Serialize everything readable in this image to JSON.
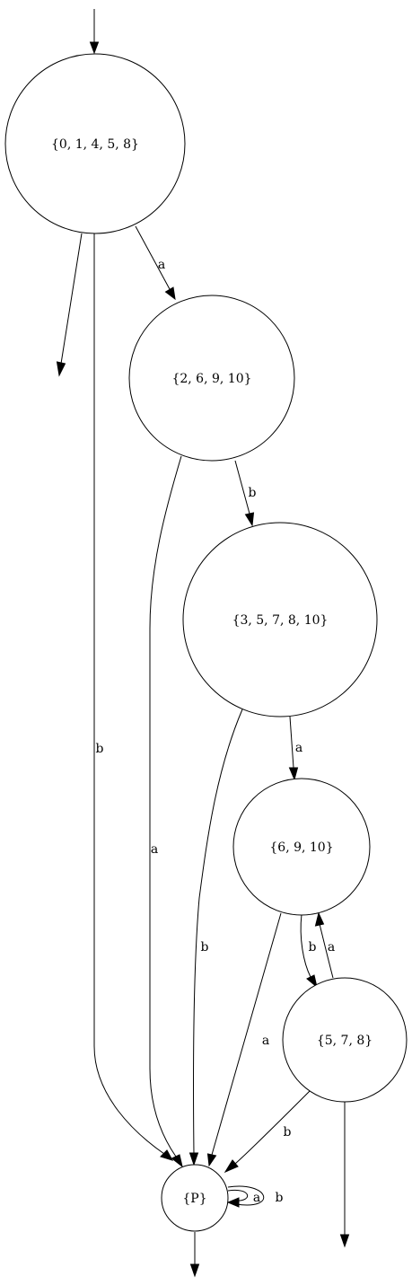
{
  "diagram": {
    "type": "state-machine",
    "colors": {
      "stroke": "#000000",
      "fill": "#ffffff",
      "text": "#000000"
    },
    "states": {
      "s0": "{0, 1, 4, 5, 8}",
      "s1": "{2, 6, 9, 10}",
      "s2": "{3, 5, 7, 8, 10}",
      "s3": "{6, 9, 10}",
      "s4": "{5, 7, 8}",
      "sP": "{P}"
    },
    "transitions": [
      {
        "id": "start",
        "from": "",
        "to": "s0",
        "label": ""
      },
      {
        "id": "s0-exit",
        "from": "s0",
        "to": "",
        "label": ""
      },
      {
        "id": "s0-s1",
        "from": "s0",
        "to": "s1",
        "label": "a"
      },
      {
        "id": "s0-sP",
        "from": "s0",
        "to": "sP",
        "label": "b"
      },
      {
        "id": "s1-s2",
        "from": "s1",
        "to": "s2",
        "label": "b"
      },
      {
        "id": "s1-sP",
        "from": "s1",
        "to": "sP",
        "label": "a"
      },
      {
        "id": "s2-s3",
        "from": "s2",
        "to": "s3",
        "label": "a"
      },
      {
        "id": "s2-sP",
        "from": "s2",
        "to": "sP",
        "label": "b"
      },
      {
        "id": "s3-s4",
        "from": "s3",
        "to": "s4",
        "label": "b"
      },
      {
        "id": "s4-s3",
        "from": "s4",
        "to": "s3",
        "label": "a"
      },
      {
        "id": "s3-sP",
        "from": "s3",
        "to": "sP",
        "label": "a"
      },
      {
        "id": "s4-sP",
        "from": "s4",
        "to": "sP",
        "label": "b"
      },
      {
        "id": "s4-exit",
        "from": "s4",
        "to": "",
        "label": ""
      },
      {
        "id": "sP-self-a",
        "from": "sP",
        "to": "sP",
        "label": "a"
      },
      {
        "id": "sP-self-b",
        "from": "sP",
        "to": "sP",
        "label": "b"
      },
      {
        "id": "sP-exit",
        "from": "sP",
        "to": "",
        "label": ""
      }
    ]
  }
}
